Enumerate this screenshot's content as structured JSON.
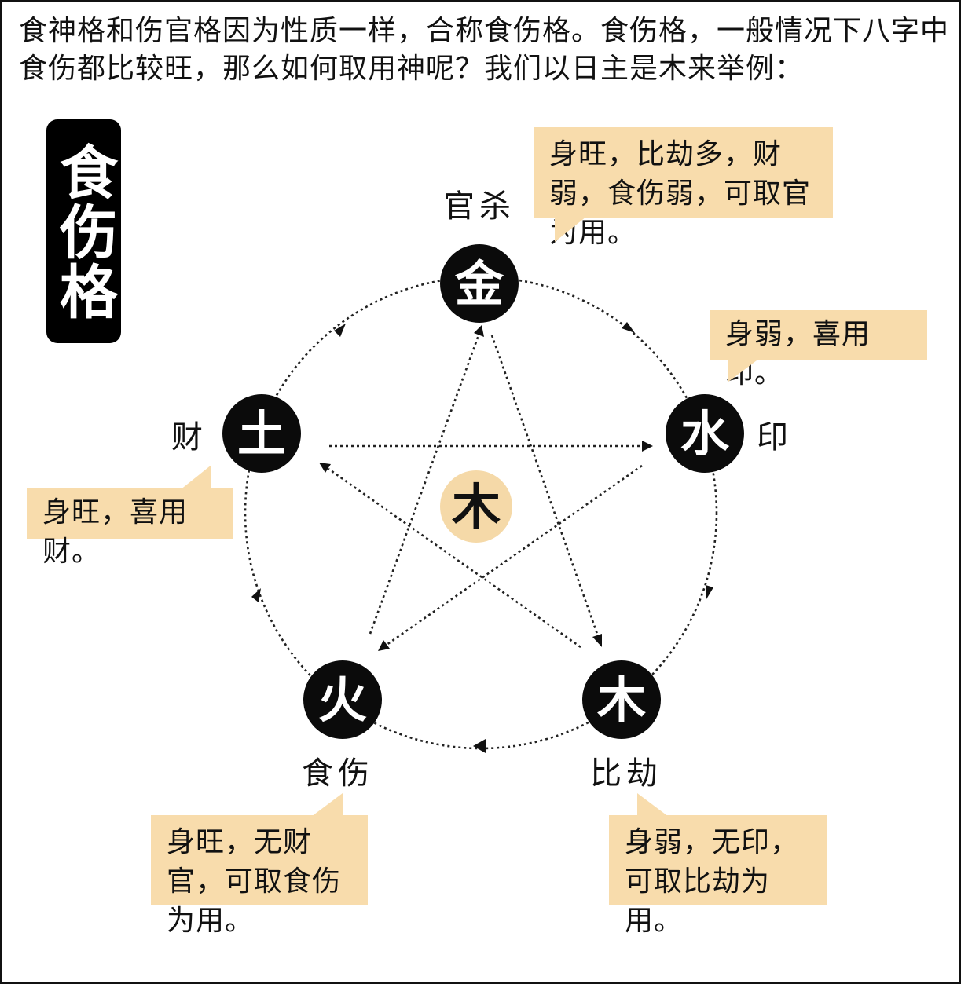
{
  "intro_text": "食神格和伤官格因为性质一样，合称食伤格。食伤格，一般情况下八字中食伤都比较旺，那么如何取用神呢？我们以日主是木来举例：",
  "badge_title": "食伤格",
  "nodes": {
    "metal": {
      "char": "金",
      "role": "官杀"
    },
    "water": {
      "char": "水",
      "role": "印"
    },
    "wood": {
      "char": "木",
      "role": "比劫"
    },
    "fire": {
      "char": "火",
      "role": "食伤"
    },
    "earth": {
      "char": "土",
      "role": "财"
    }
  },
  "center": {
    "char": "木"
  },
  "callouts": {
    "metal": "身旺，比劫多，财弱，食伤弱，可取官为用。",
    "water": "身弱，喜用印。",
    "earth": "身旺，喜用财。",
    "fire": "身旺，无财官，可取食伤为用。",
    "wood": "身弱，无印，可取比劫为用。"
  },
  "colors": {
    "node_fill": "#0b0b0b",
    "center_fill": "#f5d9a8",
    "callout_fill": "#f8dcac"
  }
}
